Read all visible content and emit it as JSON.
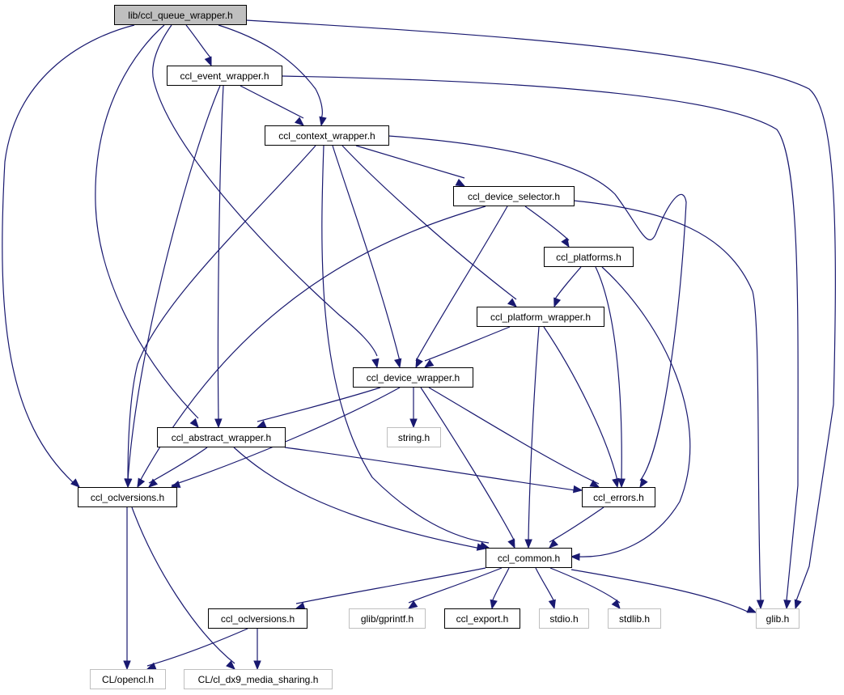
{
  "graph": {
    "title": "lib/ccl_queue_wrapper.h",
    "edge_color": "#191970",
    "nodes": [
      {
        "id": "ccl_queue_wrapper",
        "label": "lib/ccl_queue_wrapper.h",
        "kind": "main"
      },
      {
        "id": "ccl_event_wrapper",
        "label": "ccl_event_wrapper.h",
        "kind": "doc"
      },
      {
        "id": "ccl_context_wrapper",
        "label": "ccl_context_wrapper.h",
        "kind": "doc"
      },
      {
        "id": "ccl_device_selector",
        "label": "ccl_device_selector.h",
        "kind": "doc"
      },
      {
        "id": "ccl_platforms",
        "label": "ccl_platforms.h",
        "kind": "doc"
      },
      {
        "id": "ccl_platform_wrapper",
        "label": "ccl_platform_wrapper.h",
        "kind": "doc"
      },
      {
        "id": "ccl_device_wrapper",
        "label": "ccl_device_wrapper.h",
        "kind": "doc"
      },
      {
        "id": "string_h",
        "label": "string.h",
        "kind": "ext"
      },
      {
        "id": "ccl_abstract_wrapper",
        "label": "ccl_abstract_wrapper.h",
        "kind": "doc"
      },
      {
        "id": "ccl_oclversions_top",
        "label": "ccl_oclversions.h",
        "kind": "doc"
      },
      {
        "id": "ccl_errors",
        "label": "ccl_errors.h",
        "kind": "doc"
      },
      {
        "id": "ccl_common",
        "label": "ccl_common.h",
        "kind": "doc"
      },
      {
        "id": "ccl_oclversions_bottom",
        "label": "ccl_oclversions.h",
        "kind": "doc"
      },
      {
        "id": "glib_gprintf",
        "label": "glib/gprintf.h",
        "kind": "ext"
      },
      {
        "id": "ccl_export",
        "label": "ccl_export.h",
        "kind": "doc"
      },
      {
        "id": "stdio_h",
        "label": "stdio.h",
        "kind": "ext"
      },
      {
        "id": "stdlib_h",
        "label": "stdlib.h",
        "kind": "ext"
      },
      {
        "id": "glib_h",
        "label": "glib.h",
        "kind": "ext"
      },
      {
        "id": "cl_opencl",
        "label": "CL/opencl.h",
        "kind": "ext"
      },
      {
        "id": "cl_dx9",
        "label": "CL/cl_dx9_media_sharing.h",
        "kind": "ext"
      }
    ],
    "edges": [
      {
        "from": "ccl_queue_wrapper",
        "to": "ccl_event_wrapper"
      },
      {
        "from": "ccl_queue_wrapper",
        "to": "ccl_context_wrapper"
      },
      {
        "from": "ccl_queue_wrapper",
        "to": "ccl_device_wrapper"
      },
      {
        "from": "ccl_queue_wrapper",
        "to": "ccl_abstract_wrapper"
      },
      {
        "from": "ccl_queue_wrapper",
        "to": "ccl_oclversions_top"
      },
      {
        "from": "ccl_queue_wrapper",
        "to": "glib_h"
      },
      {
        "from": "ccl_event_wrapper",
        "to": "ccl_context_wrapper"
      },
      {
        "from": "ccl_event_wrapper",
        "to": "ccl_abstract_wrapper"
      },
      {
        "from": "ccl_event_wrapper",
        "to": "ccl_oclversions_top"
      },
      {
        "from": "ccl_event_wrapper",
        "to": "glib_h"
      },
      {
        "from": "ccl_context_wrapper",
        "to": "ccl_device_selector"
      },
      {
        "from": "ccl_context_wrapper",
        "to": "ccl_platform_wrapper"
      },
      {
        "from": "ccl_context_wrapper",
        "to": "ccl_device_wrapper"
      },
      {
        "from": "ccl_context_wrapper",
        "to": "ccl_oclversions_top"
      },
      {
        "from": "ccl_context_wrapper",
        "to": "ccl_errors"
      },
      {
        "from": "ccl_context_wrapper",
        "to": "ccl_common"
      },
      {
        "from": "ccl_device_selector",
        "to": "ccl_platforms"
      },
      {
        "from": "ccl_device_selector",
        "to": "ccl_device_wrapper"
      },
      {
        "from": "ccl_device_selector",
        "to": "ccl_oclversions_top"
      },
      {
        "from": "ccl_device_selector",
        "to": "glib_h"
      },
      {
        "from": "ccl_platforms",
        "to": "ccl_platform_wrapper"
      },
      {
        "from": "ccl_platforms",
        "to": "ccl_errors"
      },
      {
        "from": "ccl_platforms",
        "to": "ccl_common"
      },
      {
        "from": "ccl_platform_wrapper",
        "to": "ccl_device_wrapper"
      },
      {
        "from": "ccl_platform_wrapper",
        "to": "ccl_errors"
      },
      {
        "from": "ccl_platform_wrapper",
        "to": "ccl_common"
      },
      {
        "from": "ccl_device_wrapper",
        "to": "ccl_abstract_wrapper"
      },
      {
        "from": "ccl_device_wrapper",
        "to": "string_h"
      },
      {
        "from": "ccl_device_wrapper",
        "to": "ccl_oclversions_top"
      },
      {
        "from": "ccl_device_wrapper",
        "to": "ccl_errors"
      },
      {
        "from": "ccl_device_wrapper",
        "to": "ccl_common"
      },
      {
        "from": "ccl_abstract_wrapper",
        "to": "ccl_oclversions_top"
      },
      {
        "from": "ccl_abstract_wrapper",
        "to": "ccl_errors"
      },
      {
        "from": "ccl_abstract_wrapper",
        "to": "ccl_common"
      },
      {
        "from": "ccl_oclversions_top",
        "to": "cl_opencl"
      },
      {
        "from": "ccl_oclversions_top",
        "to": "cl_dx9"
      },
      {
        "from": "ccl_errors",
        "to": "ccl_common"
      },
      {
        "from": "ccl_common",
        "to": "ccl_oclversions_bottom"
      },
      {
        "from": "ccl_common",
        "to": "glib_gprintf"
      },
      {
        "from": "ccl_common",
        "to": "ccl_export"
      },
      {
        "from": "ccl_common",
        "to": "stdio_h"
      },
      {
        "from": "ccl_common",
        "to": "stdlib_h"
      },
      {
        "from": "ccl_common",
        "to": "glib_h"
      },
      {
        "from": "ccl_oclversions_bottom",
        "to": "cl_opencl"
      },
      {
        "from": "ccl_oclversions_bottom",
        "to": "cl_dx9"
      }
    ]
  }
}
